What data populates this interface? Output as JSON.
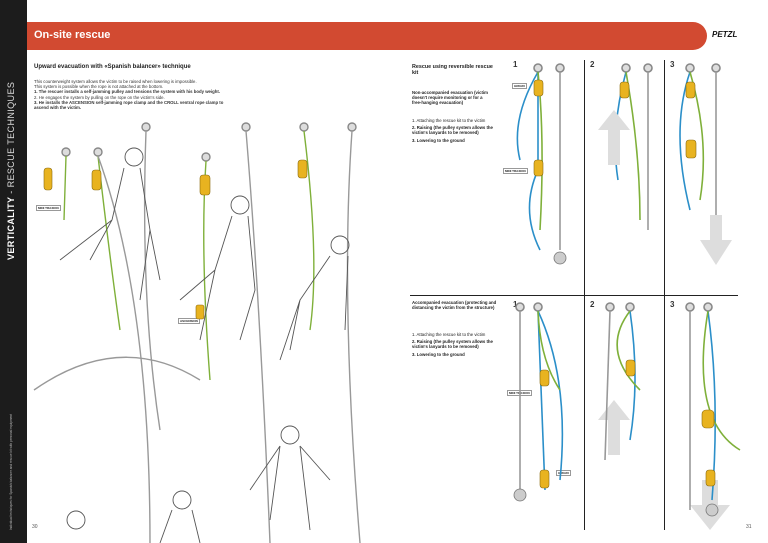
{
  "sidebar": {
    "title_bold": "VERTICALITY",
    "title_rest": " - RESCUE TECHNIQUES",
    "note": "Individual techniques for Spanish balancer and rescue kit with personal equipment"
  },
  "header": {
    "title": "On-site rescue",
    "logo": "PETZL"
  },
  "left": {
    "heading": "Upward evacuation with «Spanish balancer» technique",
    "para1": "This counterweight system allows the victim to be raised when lowering is impossible.",
    "para2": "This system is possible when the rope is not attached at the bottom.",
    "step1": "1. The rescuer installs a self-jamming pulley and tensions the system with his body weight.",
    "step2": "2. He engages the system by pulling on the rope on the victim's side.",
    "step3": "3. He installs the ASCENSION self-jamming rope clamp and the CROLL ventral rope clamp to ascend with the victim.",
    "tag1": "MINI TRAXION",
    "tag2": "ASCENSION",
    "page": "30"
  },
  "right_top": {
    "heading": "Rescue using reversible rescue kit",
    "sub": "Non-accompanied evacuation (victim doesn't require monitoring or for a free-hanging evacuation)",
    "s1": "1. Attaching the rescue kit to the victim",
    "s2": "2. Raising (the pulley system allows the victim's lanyards to be removed)",
    "s3": "3. Lowering to the ground",
    "steps": [
      "1",
      "2",
      "3"
    ],
    "tag_a": "GRIGRI",
    "tag_b": "MINI TRAXION"
  },
  "right_bottom": {
    "heading": "Accompanied evacuation (protecting and distancing the victim from the structure)",
    "s1": "1. Attaching the rescue kit to the victim",
    "s2": "2. Raising (the pulley system allows the victim's lanyards to be removed)",
    "s3": "3. Lowering to the ground",
    "steps": [
      "1",
      "2",
      "3"
    ],
    "tag_a": "MINI TRAXION",
    "tag_b": "GRIGRI",
    "page": "31"
  },
  "colors": {
    "banner": "#d24a31",
    "rope_green": "#7fb03a",
    "rope_blue": "#2b8fc9",
    "device_yellow": "#e8b320"
  }
}
